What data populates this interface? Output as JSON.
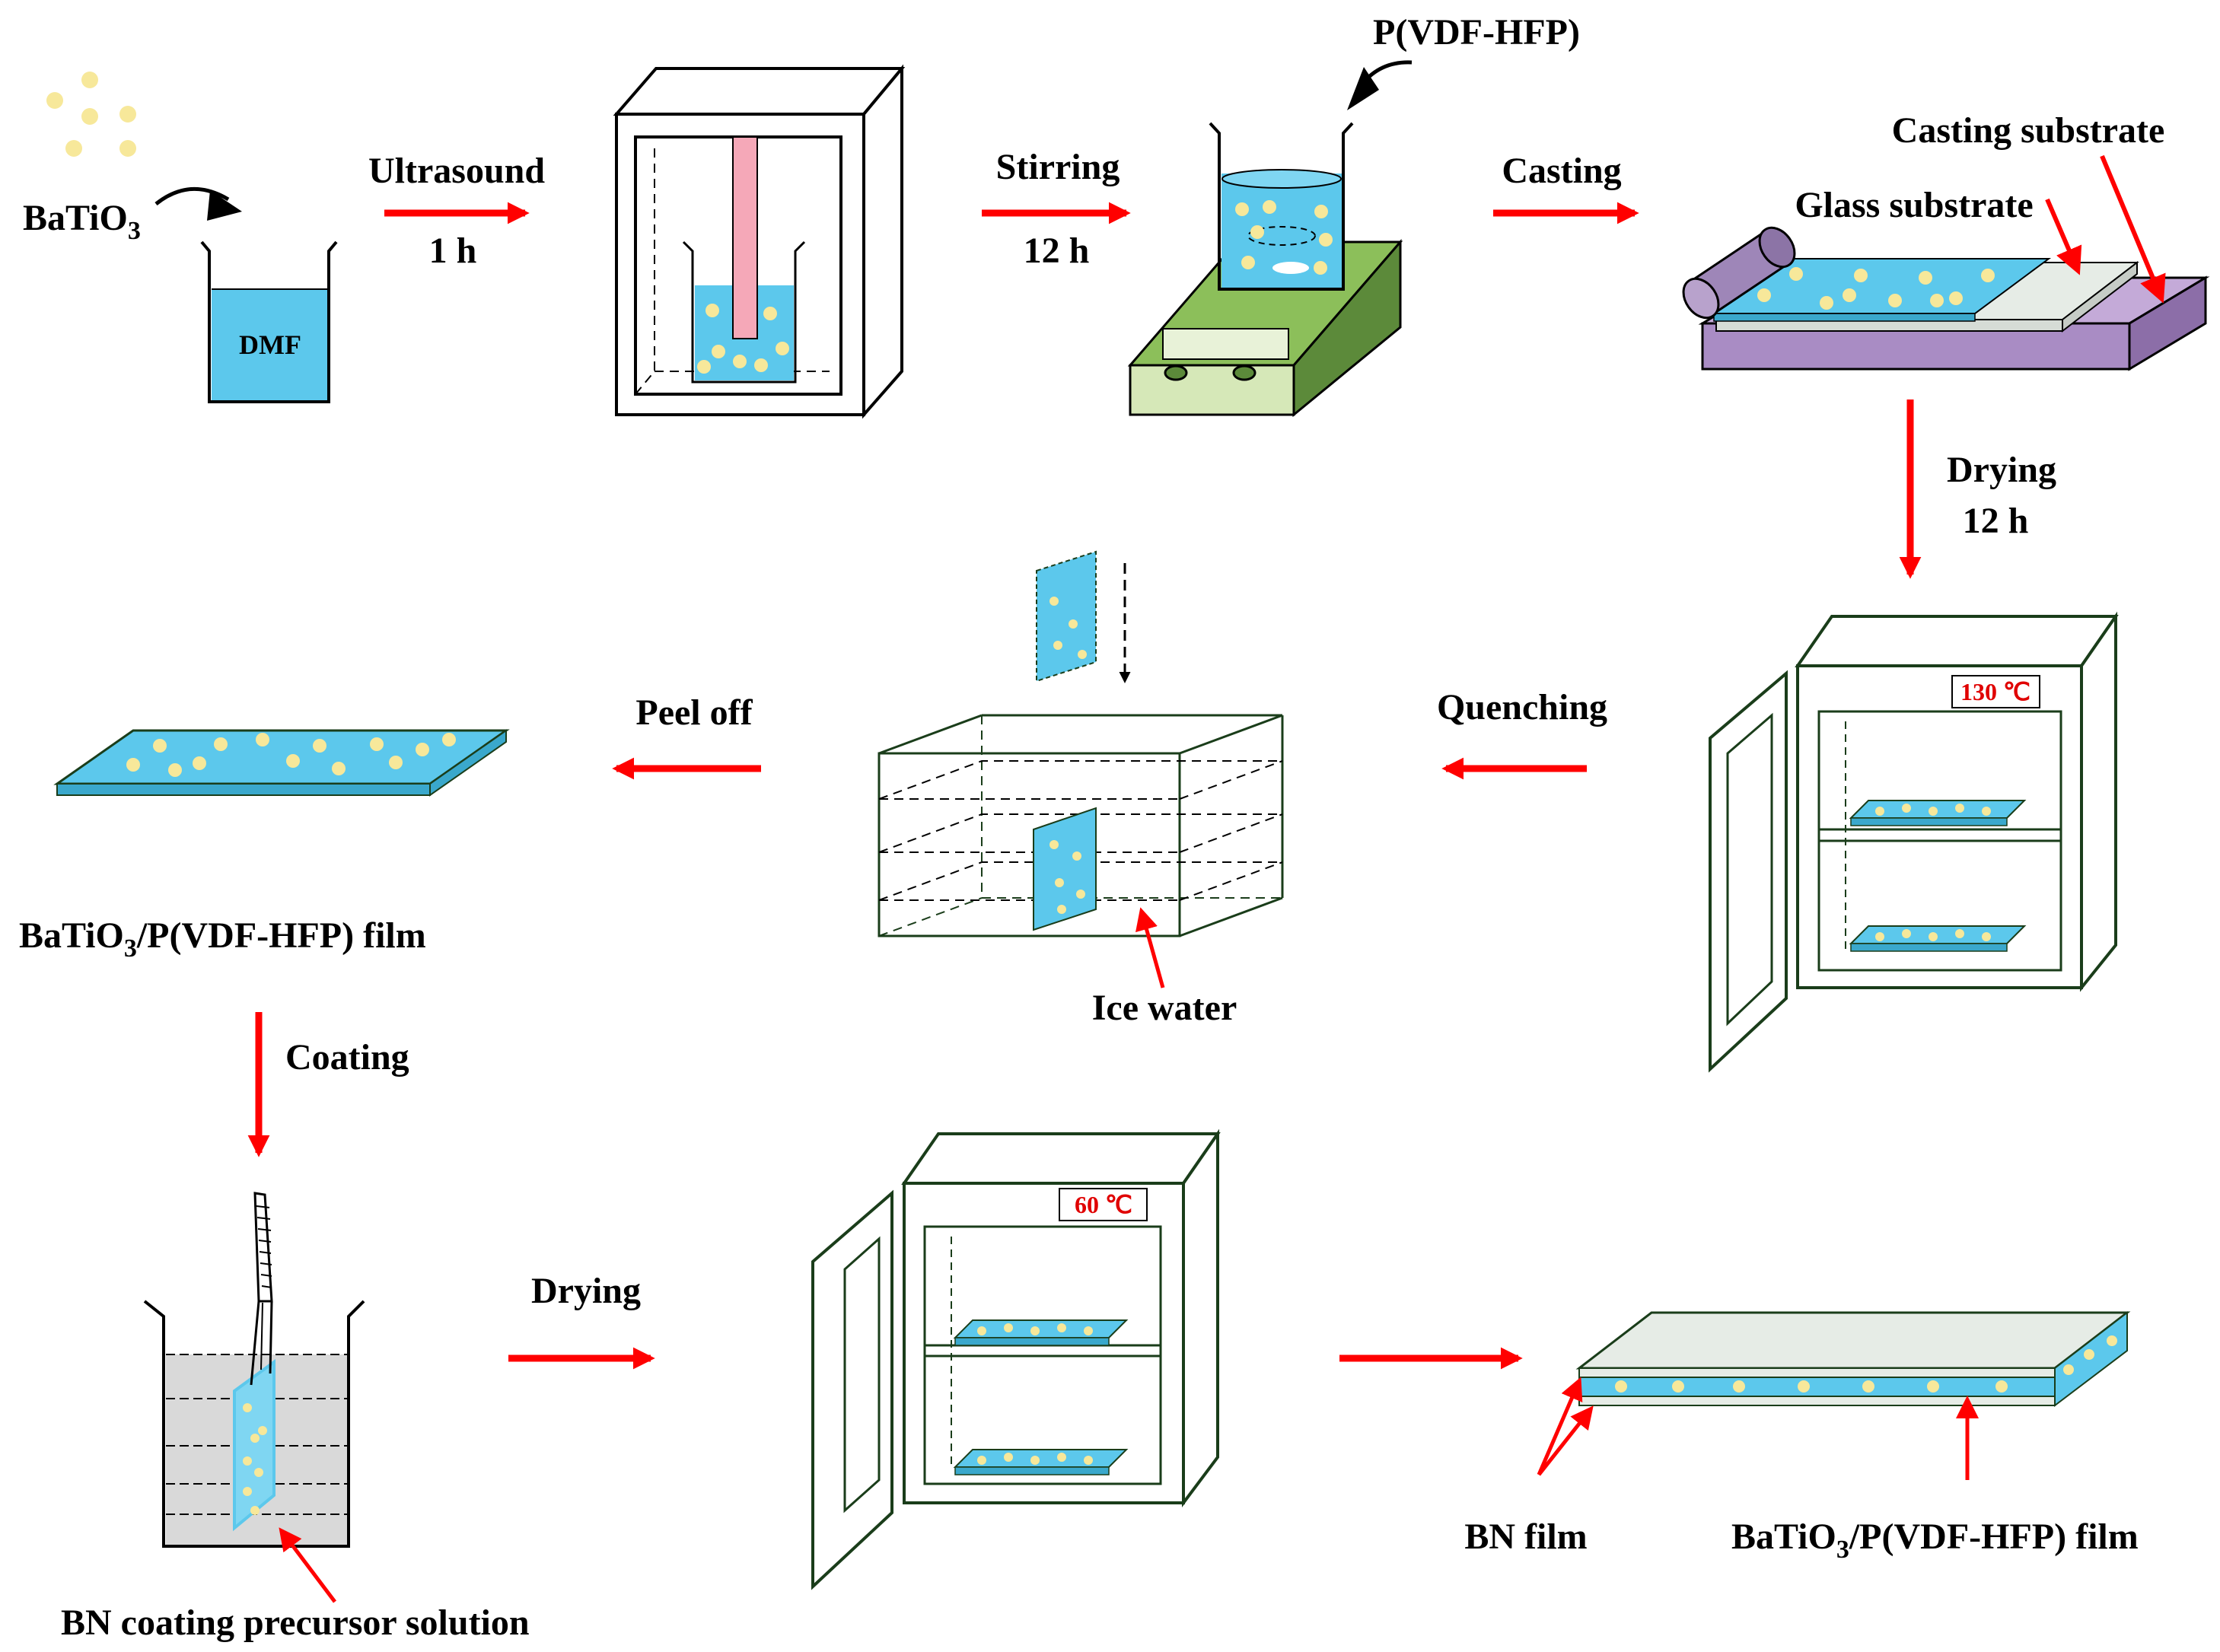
{
  "labels": {
    "batio3": "BaTiO",
    "batio3_sub": "3",
    "dmf": "DMF",
    "ultrasound": "Ultrasound",
    "ultrasound_time": "1 h",
    "pvdf_hfp": "P(VDF-HFP)",
    "stirring": "Stirring",
    "stirring_time": "12 h",
    "casting": "Casting",
    "casting_substrate": "Casting substrate",
    "glass_substrate": "Glass substrate",
    "drying1": "Drying",
    "drying1_time": "12 h",
    "temp_130": "130 ℃",
    "quenching": "Quenching",
    "ice_water": "Ice water",
    "peel_off": "Peel off",
    "film1_a": "BaTiO",
    "film1_sub": "3",
    "film1_b": "/P(VDF-HFP) film",
    "coating": "Coating",
    "bn_precursor": "BN coating precursor solution",
    "drying2": "Drying",
    "temp_60": "60 ℃",
    "bn_film": "BN film",
    "film2_a": "BaTiO",
    "film2_sub": "3",
    "film2_b": "/P(VDF-HFP) film"
  },
  "colors": {
    "arrow": "#ff0000",
    "liquid": "#5cc8ec",
    "particle": "#f7e89a",
    "oven_line": "#1a3d1a",
    "stirrer_green": "#8cbf5a",
    "roller": "#9e86b8",
    "substrate": "#a98cc4"
  }
}
